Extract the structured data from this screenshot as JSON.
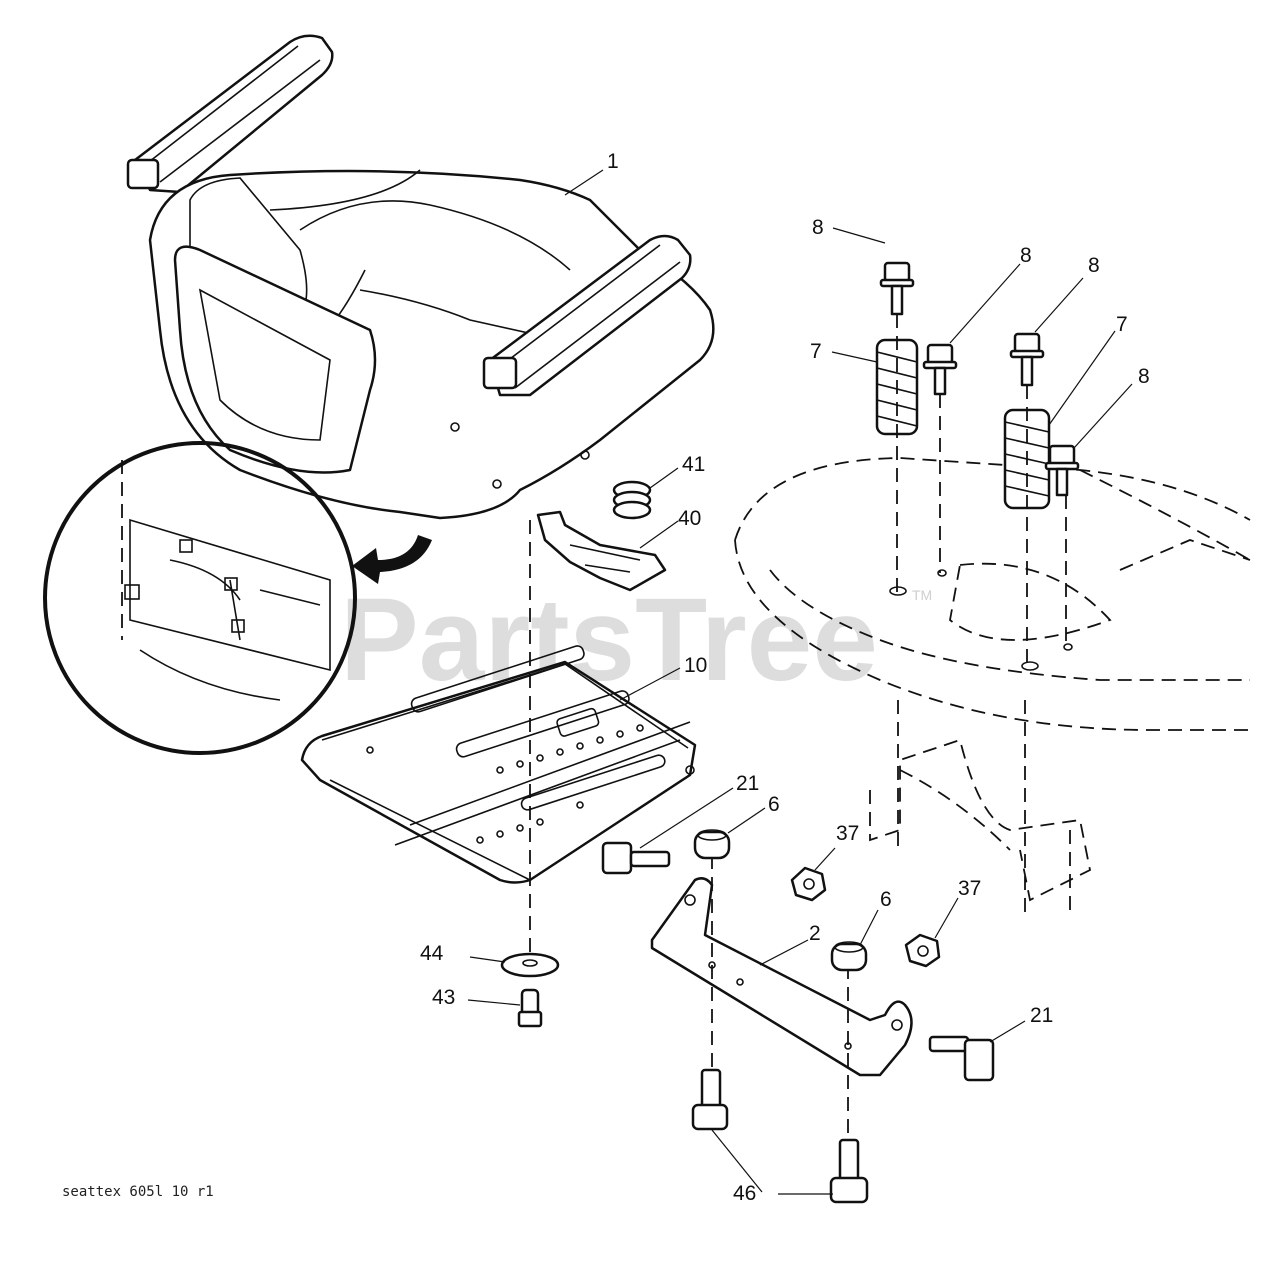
{
  "diagram": {
    "watermark": "PartsTree",
    "trademark": "TM",
    "drawing_code": "seattex 605l 10 r1",
    "callouts": [
      {
        "id": "seat",
        "text": "1"
      },
      {
        "id": "bolt-8a",
        "text": "8"
      },
      {
        "id": "bolt-8b",
        "text": "8"
      },
      {
        "id": "bolt-8c",
        "text": "8"
      },
      {
        "id": "bolt-8d",
        "text": "8"
      },
      {
        "id": "spring-7a",
        "text": "7"
      },
      {
        "id": "spring-7b",
        "text": "7"
      },
      {
        "id": "spring-41",
        "text": "41"
      },
      {
        "id": "switch-40",
        "text": "40"
      },
      {
        "id": "pan-10",
        "text": "10"
      },
      {
        "id": "bolt-21a",
        "text": "21"
      },
      {
        "id": "bushing-6a",
        "text": "6"
      },
      {
        "id": "nut-37a",
        "text": "37"
      },
      {
        "id": "bracket-2",
        "text": "2"
      },
      {
        "id": "bushing-6b",
        "text": "6"
      },
      {
        "id": "nut-37b",
        "text": "37"
      },
      {
        "id": "bolt-21b",
        "text": "21"
      },
      {
        "id": "washer-44",
        "text": "44"
      },
      {
        "id": "screw-43",
        "text": "43"
      },
      {
        "id": "bolt-46",
        "text": "46"
      }
    ]
  }
}
